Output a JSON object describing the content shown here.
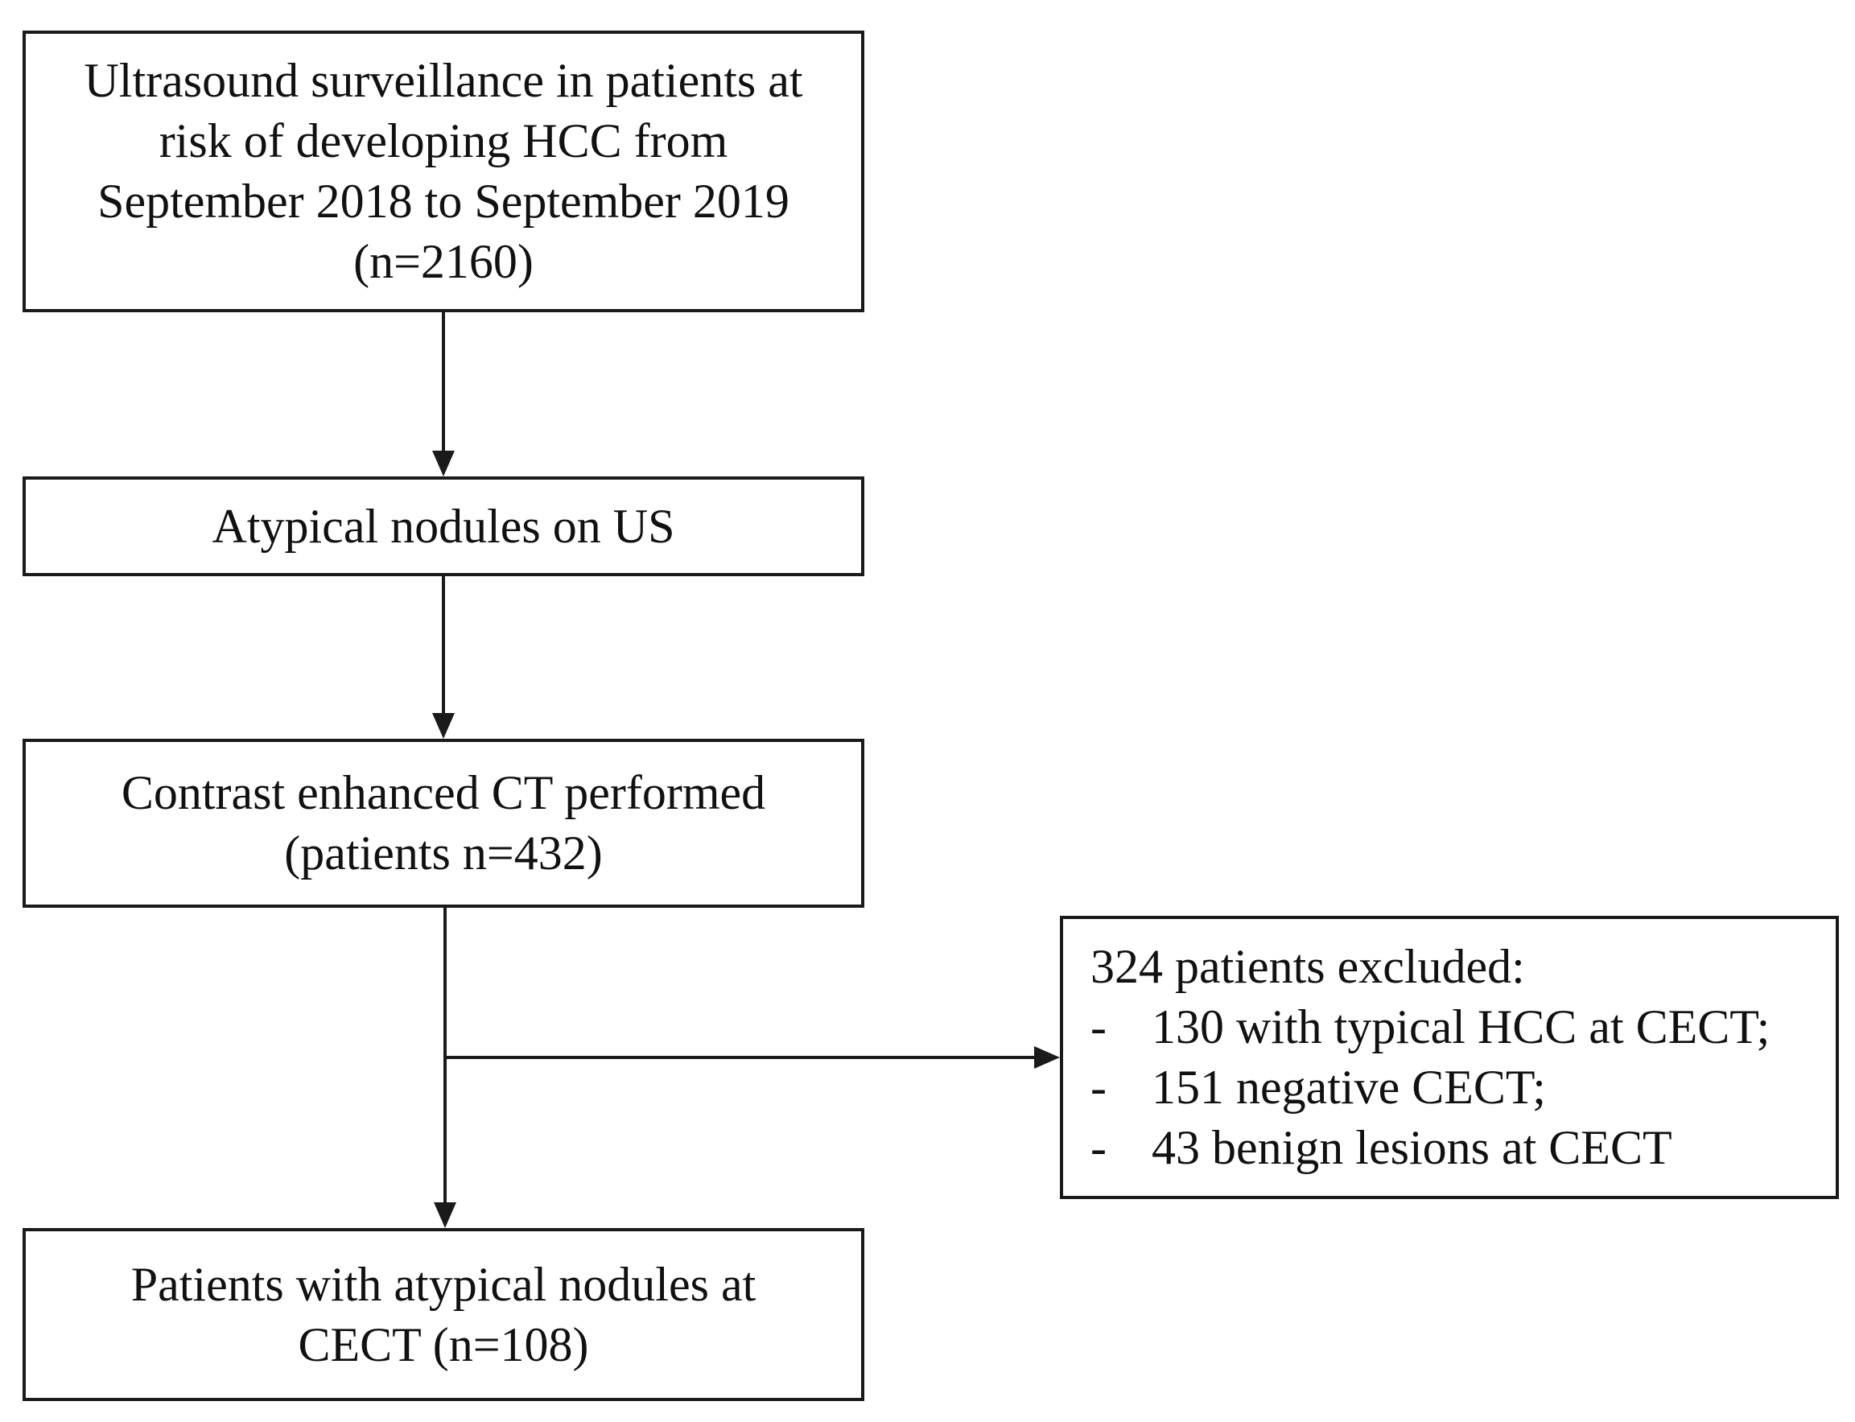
{
  "boxes": {
    "surveillance": {
      "lines": [
        "Ultrasound surveillance in patients at",
        "risk of  developing HCC from",
        "September 2018 to September 2019",
        "(n=2160)"
      ]
    },
    "atypical_us": {
      "lines": [
        "Atypical nodules on US"
      ]
    },
    "cect": {
      "lines": [
        "Contrast enhanced CT performed",
        "(patients n=432)"
      ]
    },
    "final": {
      "lines": [
        "Patients with atypical nodules at",
        "CECT (n=108)"
      ]
    },
    "excluded": {
      "title": "324 patients excluded:",
      "items": [
        {
          "bullet": "-",
          "text": "130 with typical HCC at CECT;"
        },
        {
          "bullet": "-",
          "text": "151 negative CECT;"
        },
        {
          "bullet": "-",
          "text": "43 benign lesions at CECT"
        }
      ]
    }
  },
  "colors": {
    "stroke": "#1a1a1a",
    "background": "#ffffff",
    "text": "#111111"
  }
}
